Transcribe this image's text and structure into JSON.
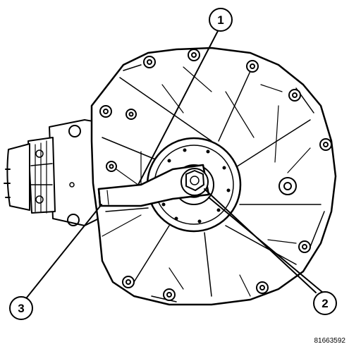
{
  "callouts": [
    {
      "number": "1"
    },
    {
      "number": "2"
    },
    {
      "number": "3"
    }
  ],
  "figure_id": "81663592"
}
